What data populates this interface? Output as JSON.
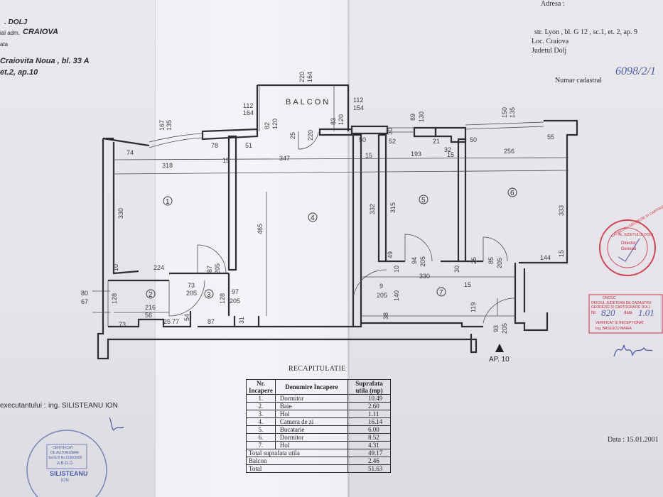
{
  "header_left": {
    "line1": "DOLJ",
    "line2_prefix": "ial adm.",
    "line2": "CRAIOVA",
    "line3": "ata",
    "line4": "Craiovita Noua , bl. 33 A",
    "line5": "et.2, ap.10"
  },
  "header_right": {
    "label": "Adresa :",
    "address": "str. Lyon , bl. G 12 , sc.1, et. 2, ap. 9",
    "locality": "Loc. Craiova",
    "county": "Judetul Dolj",
    "cadastral_label": "Numar cadastral",
    "cadastral_value": "6098/2/1"
  },
  "plan": {
    "balcony": "BALCON",
    "apartment_marker": "AP. 10",
    "rooms": [
      "1",
      "2",
      "3",
      "4",
      "5",
      "6",
      "7"
    ],
    "dims": {
      "d167": "167",
      "d135": "135",
      "d74": "74",
      "d318": "318",
      "d78": "78",
      "d15a": "15",
      "d51": "51",
      "d347": "347",
      "d112a": "112",
      "d164a": "164",
      "d82": "82",
      "d120a": "120",
      "d25": "25",
      "d220a": "220",
      "d220b": "220",
      "d164b": "164",
      "d83": "83",
      "d120b": "120",
      "d112b": "112",
      "d154": "154",
      "d50a": "50",
      "d30a": "30",
      "d52": "52",
      "d89": "89",
      "d130": "130",
      "d150": "150",
      "d135b": "135",
      "d21": "21",
      "d32": "32",
      "d50b": "50",
      "d55": "55",
      "d15b": "15",
      "d193": "193",
      "d15c": "15",
      "d256": "256",
      "d330a": "330",
      "d465": "465",
      "d332": "332",
      "d315": "315",
      "d333": "333",
      "d224": "224",
      "d10a": "10",
      "d87a": "87",
      "d205a": "205",
      "d49": "49",
      "d94": "94",
      "d205b": "205",
      "d25b": "25",
      "d85": "85",
      "d205c": "205",
      "d144": "144",
      "d15d": "15",
      "d10b": "10",
      "d330b": "330",
      "d30b": "30",
      "d80": "80",
      "d67": "67",
      "d128a": "128",
      "d216": "216",
      "d56": "56",
      "d73a": "73",
      "d205d": "205",
      "d128b": "128",
      "d97": "97",
      "d205e": "205",
      "d9": "9",
      "d205f": "205",
      "d140": "140",
      "d15e": "15",
      "d119": "119",
      "d73b": "73",
      "d25c": "25",
      "d77": "77",
      "d54": "54",
      "d87b": "87",
      "d31": "31",
      "d38": "38",
      "d93": "93",
      "d205g": "205"
    }
  },
  "recap": {
    "title": "RECAPITULATIE",
    "headers": {
      "nr": "Nr. Incapere",
      "name": "Denumire Incapere",
      "area": "Suprafata utila (mp)"
    },
    "rows": [
      {
        "nr": "1.",
        "name": "Dormitor",
        "area": "10.49"
      },
      {
        "nr": "2.",
        "name": "Baie",
        "area": "2.60"
      },
      {
        "nr": "3.",
        "name": "Hol",
        "area": "1.11"
      },
      {
        "nr": "4.",
        "name": "Camera de zi",
        "area": "16.14"
      },
      {
        "nr": "5.",
        "name": "Bucatarie",
        "area": "6.00"
      },
      {
        "nr": "6.",
        "name": "Dormitor",
        "area": "8.52"
      },
      {
        "nr": "7.",
        "name": "Hol",
        "area": "4.31"
      }
    ],
    "total_useful_label": "Total suprafata utila",
    "total_useful_value": "49.17",
    "balcony_label": "Balcon",
    "balcony_value": "2.46",
    "total_label": "Total",
    "total_value": "51.63"
  },
  "footer": {
    "executor_label": "executantului :",
    "executor_name": "ing. SILISTEANU ION",
    "date": "Data : 15.01.2001"
  },
  "stamps": {
    "cert_line1": "CERTIFICAT",
    "cert_line2": "DE AUTORIZARE",
    "cert_line3": "Seria B Nr.1130/2000",
    "cert_line4": "A.B.G.D.",
    "cert_line5": "SILISTEANU",
    "cert_line6": "ION",
    "ocpi_line1": "ONCGC",
    "ocpi_line2": "OFICIUL JUDETEAN DE CADASTRU",
    "ocpi_line3": "GEODEZIE SI CARTOGRAFIE DOLJ",
    "ocpi_number_label": "Nr.",
    "ocpi_number": "820",
    "ocpi_date_label": "data",
    "ocpi_date": "1.01",
    "ocpi_line5": "VERIFICAT SI RECEPTIONAT",
    "ocpi_line6": "Ing. BASESCU MARIA",
    "red_line1": "CADASTRU GEODEZIE SI CARTOGRAFIE",
    "red_line2": "AL JUDETULUI DOLJ",
    "red_line3": "Director",
    "red_line4": "General"
  },
  "colors": {
    "ink": "#2a2a33",
    "stamp_red": "#c8283a",
    "stamp_blue": "#4a5ca8"
  }
}
